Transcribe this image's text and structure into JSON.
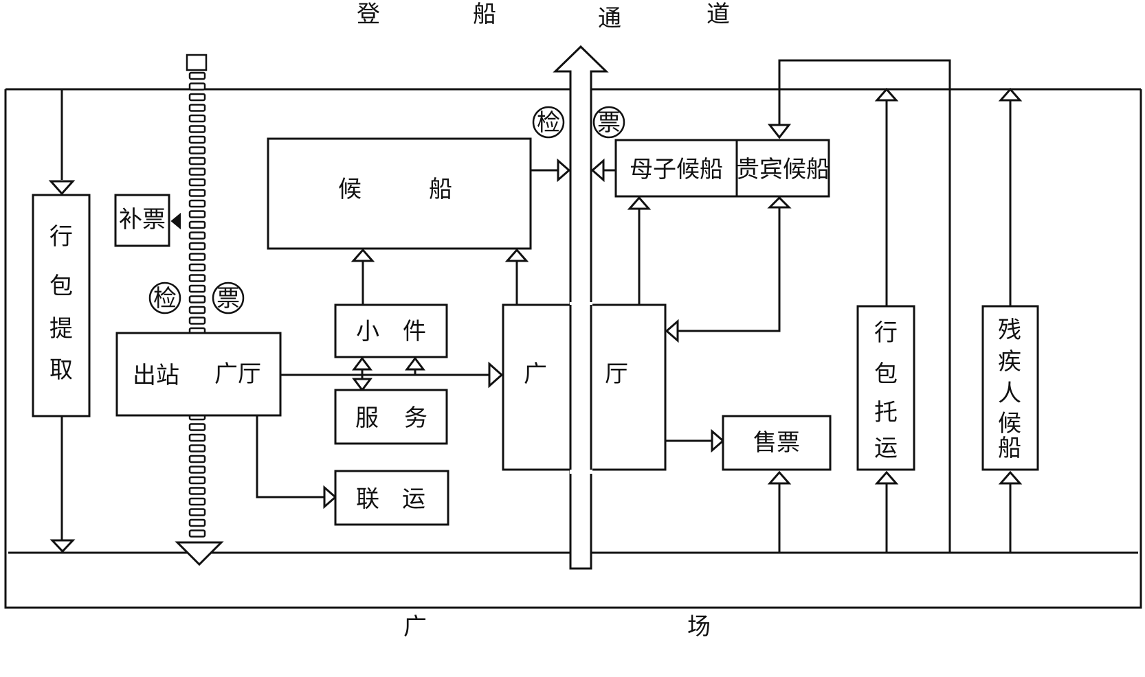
{
  "top_labels": [
    "登",
    "船",
    "通",
    "道"
  ],
  "bottom_labels": [
    "广",
    "场"
  ],
  "boxes": {
    "waiting_ship": [
      "候",
      "船"
    ],
    "mother_child": "母子候船",
    "vip": "贵宾候船",
    "supplement_ticket": "补票",
    "small_items": [
      "小",
      "件"
    ],
    "service": [
      "服",
      "务"
    ],
    "joint_transport": [
      "联",
      "运"
    ],
    "exit_hall": [
      "出站",
      "广厅"
    ],
    "hall": [
      "广",
      "厅"
    ],
    "ticket_sale": "售票",
    "luggage_pickup": [
      "行",
      "包",
      "提",
      "取"
    ],
    "luggage_checkin": [
      "行",
      "包",
      "托",
      "运"
    ],
    "disabled_waiting": [
      "残",
      "疾",
      "人",
      "候",
      "船"
    ]
  },
  "checkpoints": {
    "left": [
      "检",
      "票"
    ],
    "top": [
      "检",
      "票"
    ]
  }
}
